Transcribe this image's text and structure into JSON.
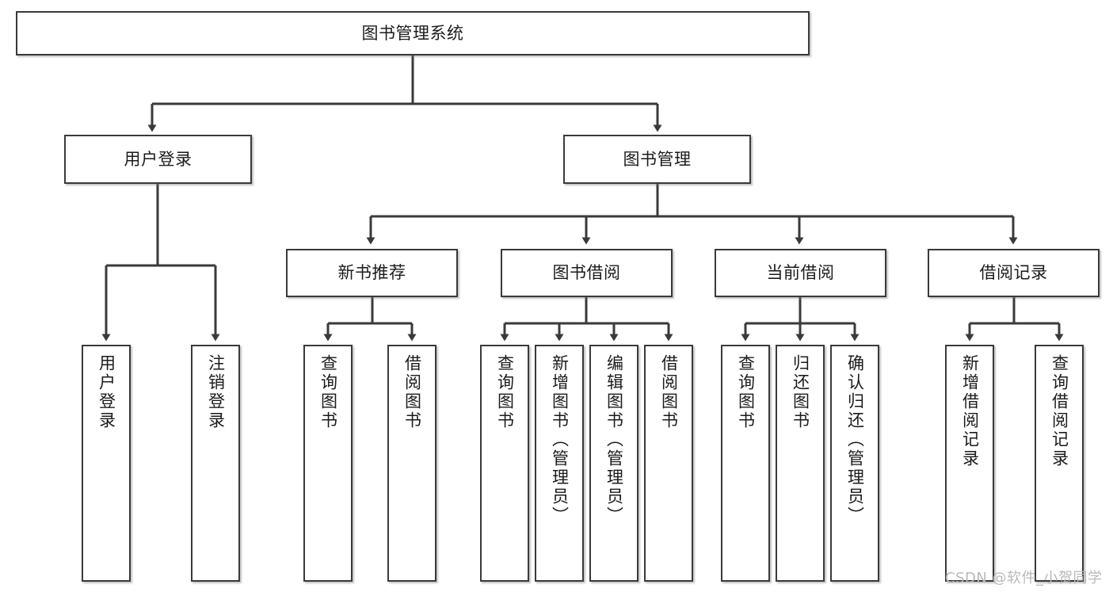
{
  "diagram": {
    "type": "hierarchy-tree",
    "root": {
      "label": "图书管理系统"
    },
    "level2": [
      {
        "label": "用户登录"
      },
      {
        "label": "图书管理"
      }
    ],
    "level3": [
      {
        "label": "新书推荐"
      },
      {
        "label": "图书借阅"
      },
      {
        "label": "当前借阅"
      },
      {
        "label": "借阅记录"
      }
    ],
    "leaves": [
      {
        "label": "用户登录"
      },
      {
        "label": "注销登录"
      },
      {
        "label": "查询图书"
      },
      {
        "label": "借阅图书"
      },
      {
        "label": "查询图书"
      },
      {
        "label": "新增图书（管理员）"
      },
      {
        "label": "编辑图书（管理员）"
      },
      {
        "label": "借阅图书"
      },
      {
        "label": "查询图书"
      },
      {
        "label": "归还图书"
      },
      {
        "label": "确认归还（管理员）"
      },
      {
        "label": "新增借阅记录"
      },
      {
        "label": "查询借阅记录"
      }
    ]
  },
  "watermark": {
    "text": "CSDN @软件_小贺同学"
  },
  "colors": {
    "background": "#ffffff",
    "box_border": "#3a3a3a",
    "box_fill": "#ffffff",
    "text": "#1b1b1b",
    "edge": "#3a3a3a",
    "watermark": "#b9b9b9"
  }
}
